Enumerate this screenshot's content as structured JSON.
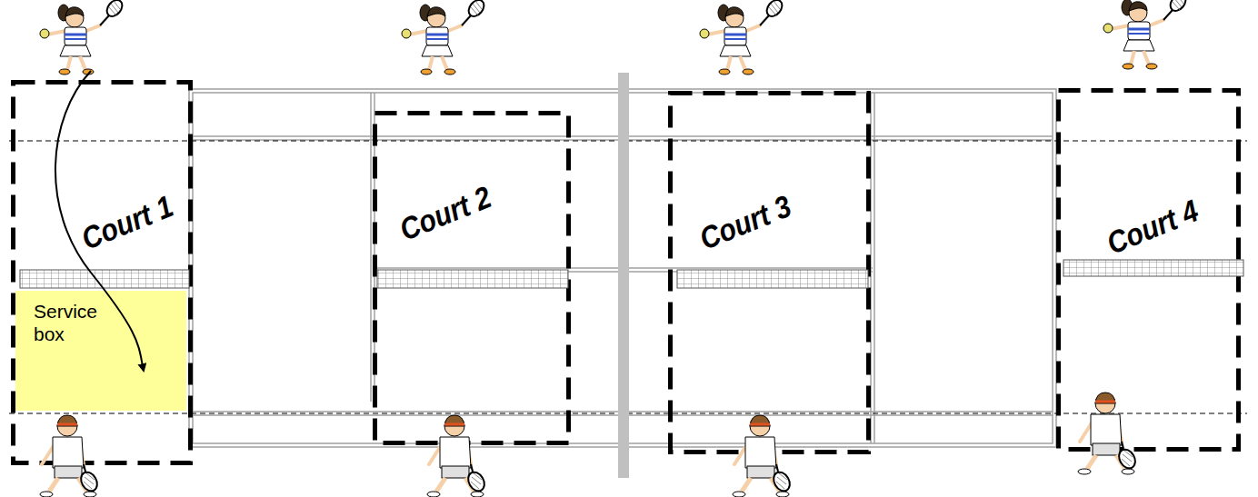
{
  "diagram": {
    "nodes": [
      {
        "text": [
          "Court 1"
        ]
      },
      {
        "text": [
          "Service box"
        ],
        "in": 0
      },
      {
        "text": [
          "Court 2"
        ]
      },
      {
        "text": [
          "Court 3"
        ]
      },
      {
        "text": [
          "Court 4"
        ]
      }
    ]
  }
}
